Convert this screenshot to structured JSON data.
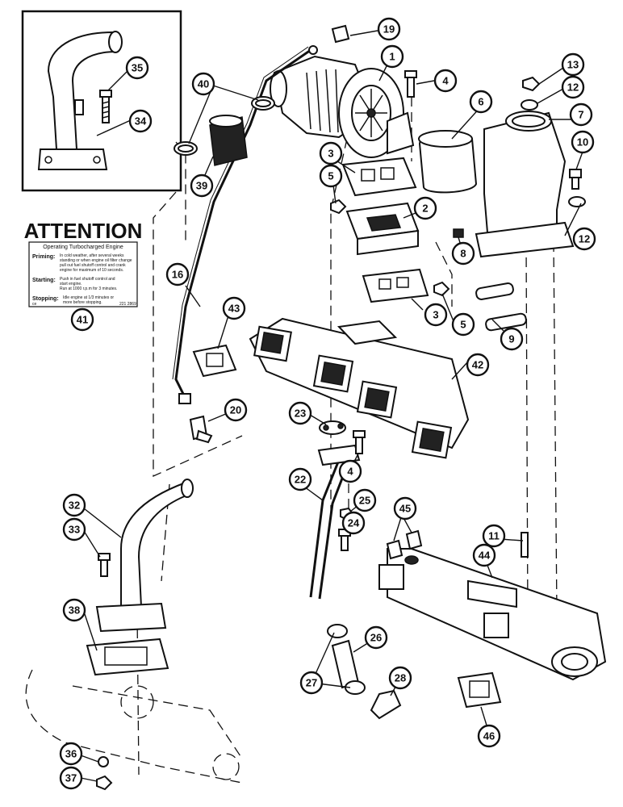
{
  "attention_decal": {
    "title": "ATTENTION",
    "subtitle": "Operating Turbocharged Engine",
    "priming_label": "Priming:",
    "priming_text": [
      "In cold weather, after several weeks",
      "standing or when engine oil filter change",
      "pull out fuel shutoff control and crank",
      "engine for maximum of 10 seconds."
    ],
    "starting_label": "Starting:",
    "starting_text": [
      "Push in fuel shutoff control and",
      "start engine.",
      "Run at 1000 r.p.m for 3 minutes."
    ],
    "stopping_label": "Stopping:",
    "stopping_text": [
      "Idle engine at 1/3 minutes or",
      "more before stopping."
    ],
    "corner_code": "ce",
    "part_code": "221 2869"
  },
  "callouts": [
    "1",
    "2",
    "3",
    "3",
    "4",
    "4",
    "5",
    "5",
    "6",
    "7",
    "8",
    "9",
    "10",
    "11",
    "12",
    "12",
    "13",
    "16",
    "19",
    "20",
    "22",
    "23",
    "24",
    "25",
    "26",
    "27",
    "28",
    "32",
    "33",
    "34",
    "35",
    "36",
    "37",
    "38",
    "39",
    "40",
    "41",
    "42",
    "43",
    "44",
    "45",
    "46"
  ]
}
